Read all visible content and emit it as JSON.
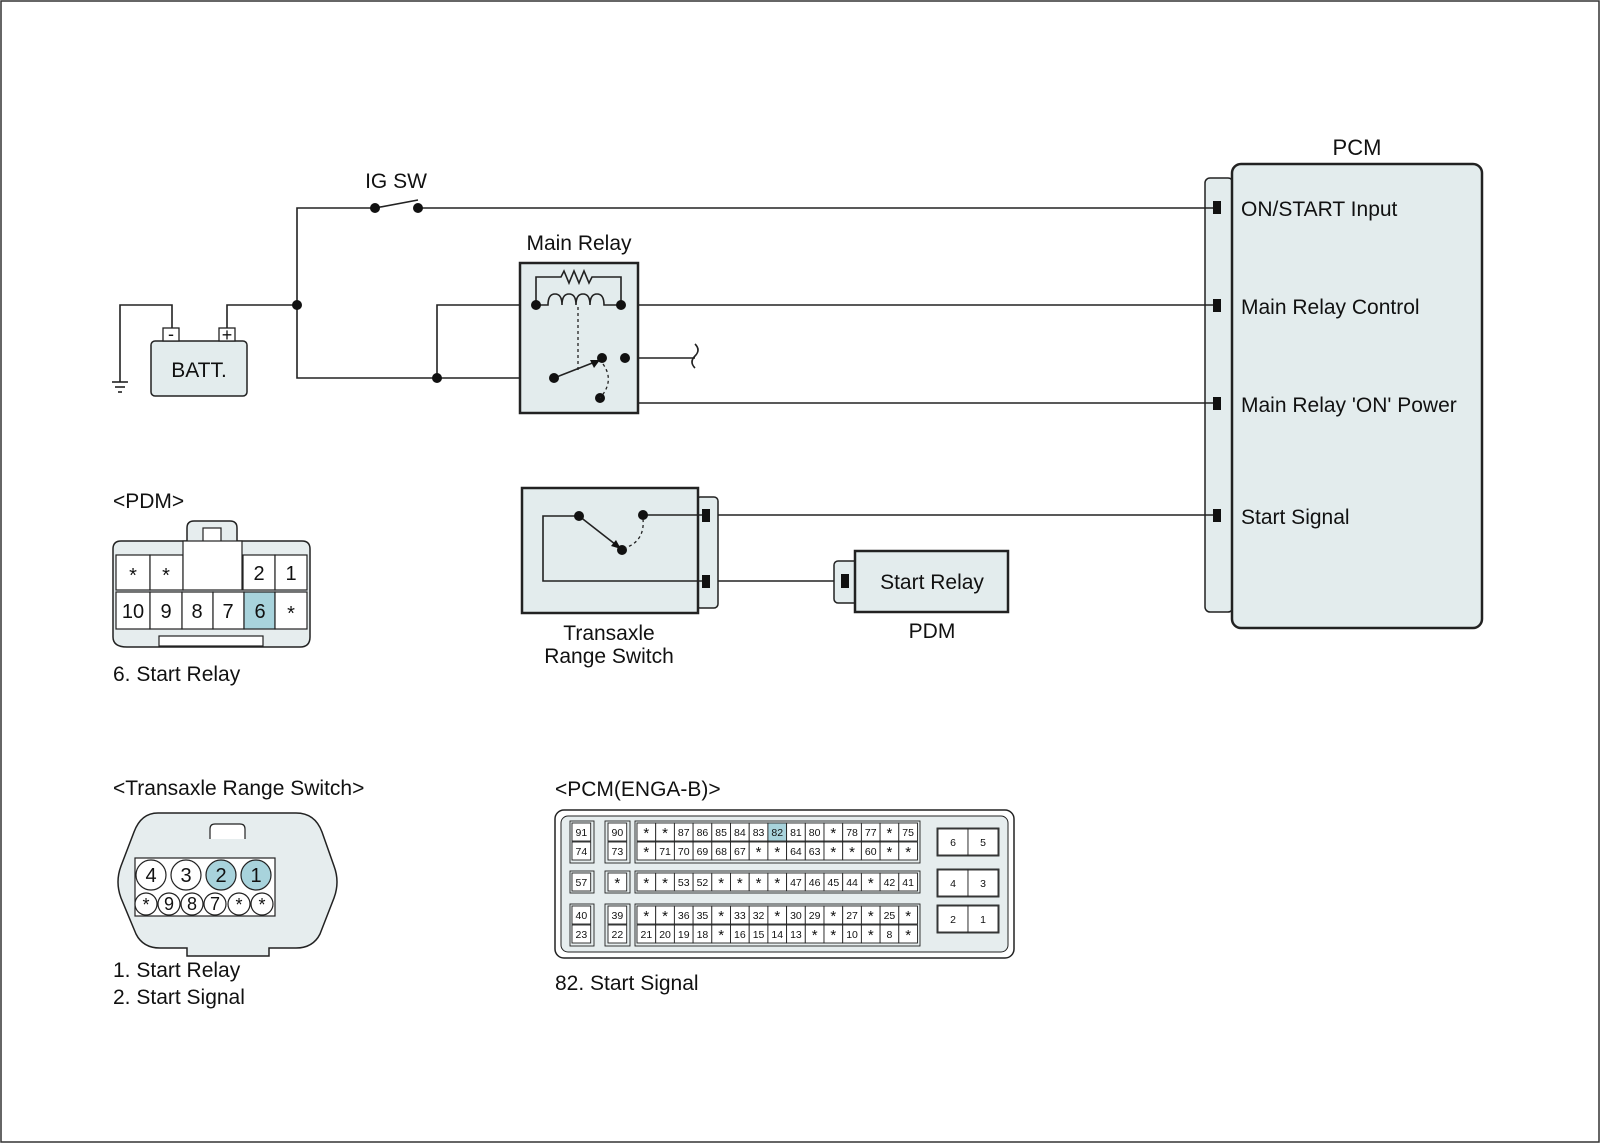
{
  "pcm": {
    "title": "PCM",
    "pins": [
      "ON/START Input",
      "Main Relay Control",
      "Main Relay 'ON' Power",
      "Start Signal"
    ]
  },
  "ig_sw": "IG SW",
  "main_relay": "Main Relay",
  "battery": {
    "label": "BATT.",
    "neg": "-",
    "pos": "+"
  },
  "transaxle": {
    "line1": "Transaxle",
    "line2": "Range Switch"
  },
  "start_relay": {
    "label": "Start Relay",
    "module": "PDM"
  },
  "pdm_connector": {
    "title": "<PDM>",
    "top_row": [
      "*",
      "*",
      "2",
      "1"
    ],
    "bottom_row": [
      "10",
      "9",
      "8",
      "7",
      "6",
      "*"
    ],
    "caption": "6. Start Relay"
  },
  "trs_connector": {
    "title": "<Transaxle Range Switch>",
    "top_row": [
      "4",
      "3",
      "2",
      "1"
    ],
    "bottom_row": [
      "*",
      "9",
      "8",
      "7",
      "*",
      "*"
    ],
    "captions": [
      "1. Start Relay",
      "2. Start Signal"
    ]
  },
  "pcm_connector": {
    "title": "<PCM(ENGA-B)>",
    "row1": [
      "91",
      "90",
      "*",
      "*",
      "87",
      "86",
      "85",
      "84",
      "83",
      "82",
      "81",
      "80",
      "*",
      "78",
      "77",
      "*",
      "75"
    ],
    "row2": [
      "74",
      "73",
      "*",
      "71",
      "70",
      "69",
      "68",
      "67",
      "*",
      "*",
      "64",
      "63",
      "*",
      "*",
      "60",
      "*",
      "*"
    ],
    "row3": [
      "57",
      "*",
      "*",
      "*",
      "53",
      "52",
      "*",
      "*",
      "*",
      "*",
      "47",
      "46",
      "45",
      "44",
      "*",
      "42",
      "41"
    ],
    "row4": [
      "40",
      "39",
      "*",
      "*",
      "36",
      "35",
      "*",
      "33",
      "32",
      "*",
      "30",
      "29",
      "*",
      "27",
      "*",
      "25",
      "*"
    ],
    "row5": [
      "23",
      "22",
      "21",
      "20",
      "19",
      "18",
      "*",
      "16",
      "15",
      "14",
      "13",
      "*",
      "*",
      "10",
      "*",
      "8",
      "*"
    ],
    "side": [
      "6",
      "5",
      "4",
      "3",
      "2",
      "1"
    ],
    "caption": "82. Start Signal"
  },
  "colors": {
    "highlight": "#a8d3dc",
    "fill": "#e3eced",
    "stroke": "#222222"
  }
}
